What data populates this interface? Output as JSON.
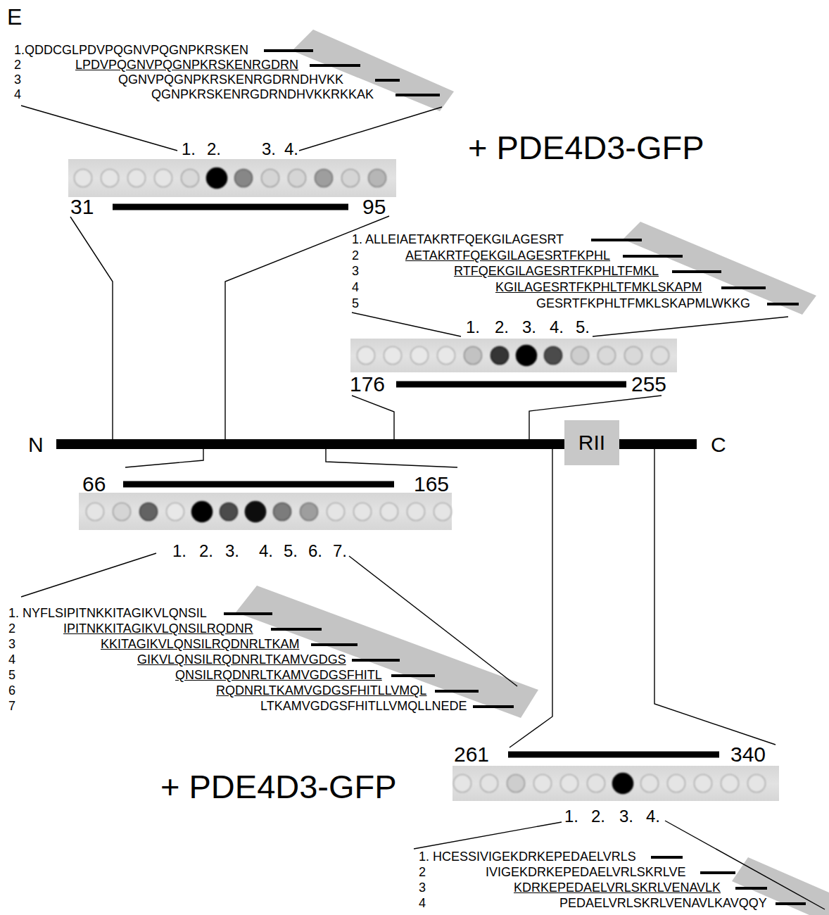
{
  "diagram": {
    "nodes": [
      {
        "text": [
          "RII"
        ]
      }
    ],
    "labels": [
      "E",
      "1.QDDCGLPDVPQGNVPQGNPKRSKEN",
      "2",
      "LPDVPQGNVPQGNPKRSKENRGDRN",
      "3",
      "QGNVPQGNPKRSKENRGDRNDHVKK",
      "4",
      "QGNPKRSKENRGDRNDHVKKRKKAK",
      "1.",
      "2.",
      "3.",
      "4.",
      "+ PDE4D3-GFP",
      "31",
      "95",
      "1. ALLEIAETAKRTFQEKGILAGESRT",
      "2",
      "AETAKRTFQEKGILAGESRTFKPHL",
      "3",
      "RTFQEKGILAGESRTFKPHLTFMKL",
      "4",
      "KGILAGESRTFKPHLTFMKLSKAPM",
      "5",
      "GESRTFKPHLTFMKLSKAPMLWKKG",
      "1.",
      "2.",
      "3.",
      "4.",
      "5.",
      "176",
      "255",
      "N",
      "C",
      "66",
      "165",
      "1.",
      "2.",
      "3.",
      "4.",
      "5.",
      "6.",
      "7.",
      "1. NYFLSIPITNKKITAGIKVLQNSIL",
      "2",
      "IPITNKKITAGIKVLQNSILRQDNR",
      "3",
      "KKITAGIKVLQNSILRQDNRLTKAM",
      "4",
      "GIKVLQNSILRQDNRLTKAMVGDGS",
      "5",
      "QNSILRQDNRLTKAMVGDGSFHITL",
      "6",
      "RQDNRLTKAMVGDGSFHITLLVMQL",
      "7",
      "LTKAMVGDGSFHITLLVMQLLNEDE",
      "261",
      "340",
      "+ PDE4D3-GFP",
      "1.",
      "2.",
      "3.",
      "4.",
      "1. HCESSIVIGEKDRKEPEDAELVRLS",
      "2",
      "IVIGEKDRKEPEDAELVRLSKRLVE",
      "3",
      "KDRKEPEDAELVRLSKRLVENAVLK",
      "4",
      "PEDAELVRLSKRLVENAVLKAVQQY"
    ]
  }
}
